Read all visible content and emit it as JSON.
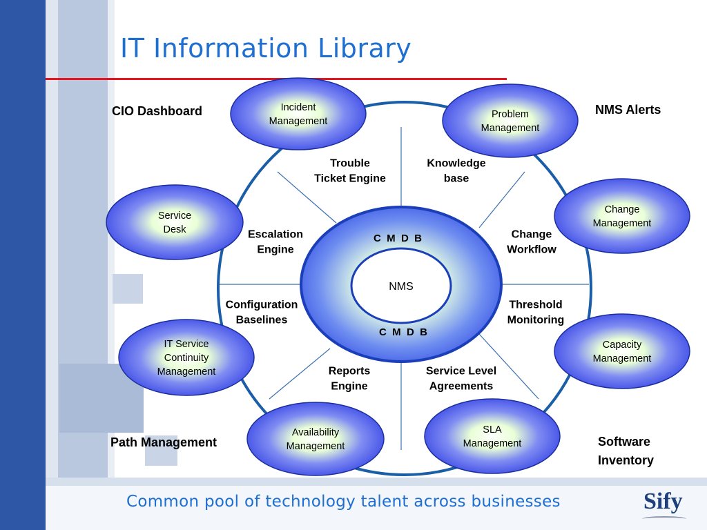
{
  "slide": {
    "title": "IT Information Library",
    "footer": "Common pool of technology talent across businesses",
    "logo": "Sify"
  },
  "colors": {
    "title_blue": "#1f6fd1",
    "rule_red": "#e8141d",
    "ring_blue": "#1a5ea8",
    "node_center": "#ffffff",
    "node_edge": "#3b49e6",
    "sidebar_dark": "#2e57a5"
  },
  "hub": {
    "center_label": "NMS",
    "ring_label_top": "C  M  D  B",
    "ring_label_bottom": "C  M  D  B"
  },
  "inner_labels": [
    {
      "id": "trouble-ticket",
      "lines": [
        "Trouble",
        "Ticket Engine"
      ]
    },
    {
      "id": "knowledge-base",
      "lines": [
        "Knowledge",
        "base"
      ]
    },
    {
      "id": "escalation-engine",
      "lines": [
        "Escalation",
        "Engine"
      ]
    },
    {
      "id": "change-workflow",
      "lines": [
        "Change",
        "Workflow"
      ]
    },
    {
      "id": "configuration-baselines",
      "lines": [
        "Configuration",
        "Baselines"
      ]
    },
    {
      "id": "threshold-monitoring",
      "lines": [
        "Threshold",
        "Monitoring"
      ]
    },
    {
      "id": "reports-engine",
      "lines": [
        "Reports",
        "Engine"
      ]
    },
    {
      "id": "service-level-agreements",
      "lines": [
        "Service Level",
        "Agreements"
      ]
    }
  ],
  "process_nodes": [
    {
      "id": "incident-management",
      "lines": [
        "Incident",
        "Management"
      ]
    },
    {
      "id": "problem-management",
      "lines": [
        "Problem",
        "Management"
      ]
    },
    {
      "id": "service-desk",
      "lines": [
        "Service",
        "Desk"
      ]
    },
    {
      "id": "change-management",
      "lines": [
        "Change",
        "Management"
      ]
    },
    {
      "id": "it-service-continuity-management",
      "lines": [
        "IT Service",
        "Continuity",
        "Management"
      ]
    },
    {
      "id": "capacity-management",
      "lines": [
        "Capacity",
        "Management"
      ]
    },
    {
      "id": "availability-management",
      "lines": [
        "Availability",
        "Management"
      ]
    },
    {
      "id": "sla-management",
      "lines": [
        "SLA",
        "Management"
      ]
    }
  ],
  "outer_labels": {
    "cio_dashboard": "CIO Dashboard",
    "nms_alerts": "NMS Alerts",
    "path_management": "Path Management",
    "software_inventory_1": "Software",
    "software_inventory_2": "Inventory"
  }
}
